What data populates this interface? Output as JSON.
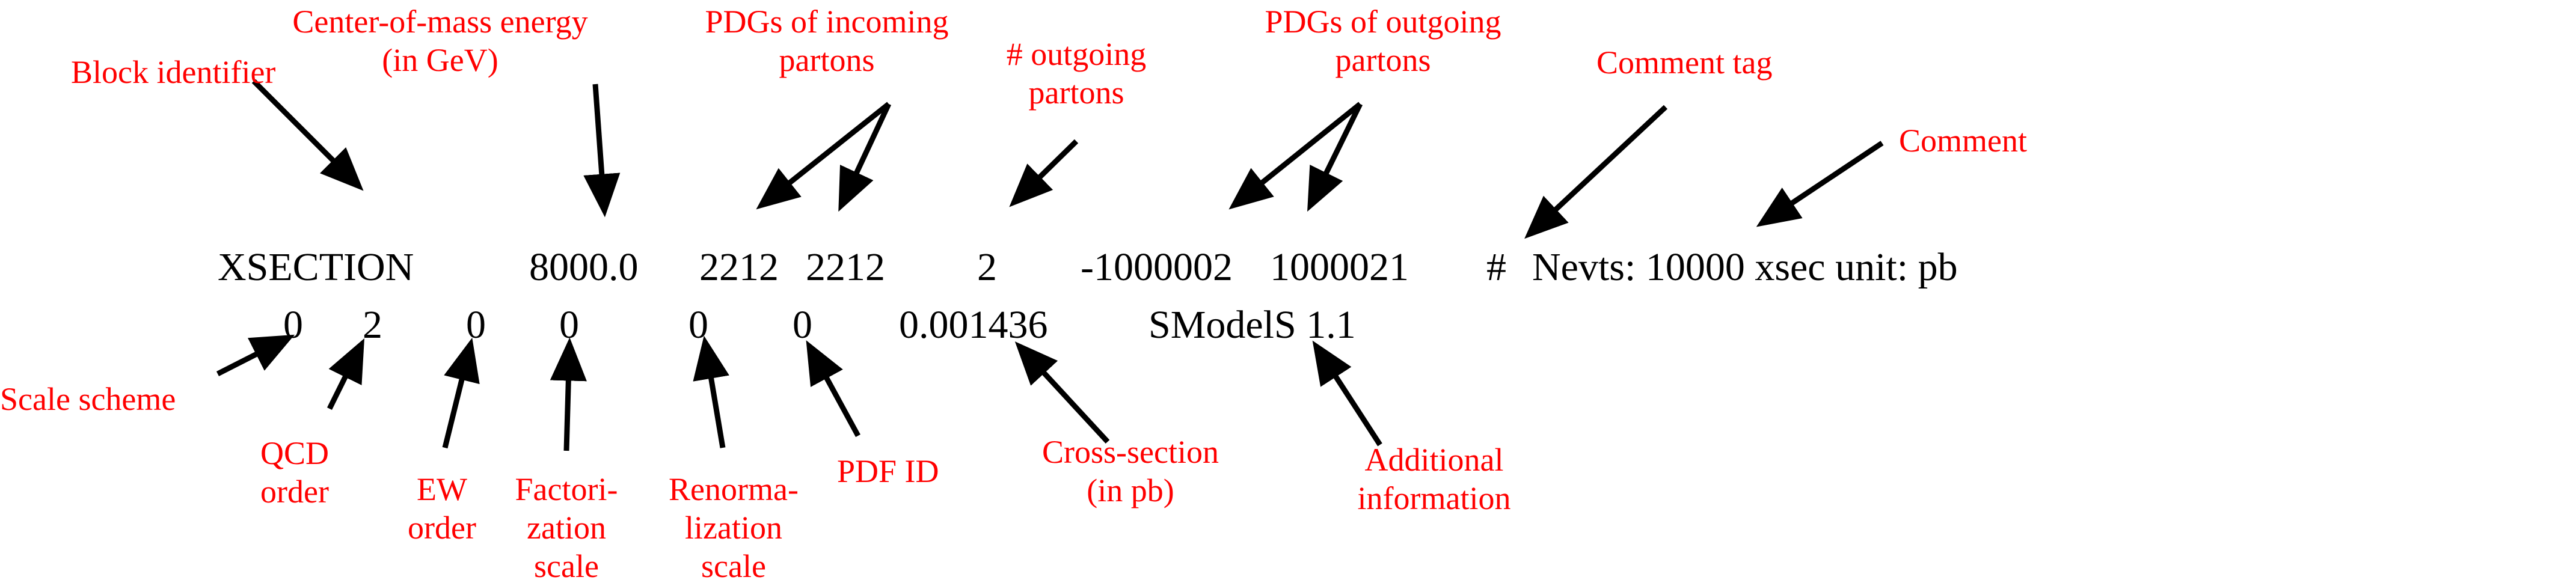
{
  "colors": {
    "annotation": "#ff0000",
    "text": "#000000",
    "arrow": "#000000"
  },
  "record": {
    "line1": {
      "block_id": "XSECTION",
      "energy": "8000.0",
      "pdg_in_1": "2212",
      "pdg_in_2": "2212",
      "n_out": "2",
      "pdg_out_1": "-1000002",
      "pdg_out_2": "1000021",
      "comment_tag": "#",
      "comment": "Nevts: 10000 xsec unit: pb"
    },
    "line2": {
      "scale_scheme": "0",
      "qcd_order": "2",
      "ew_order": "0",
      "fact_scale": "0",
      "renorm_scale": "0",
      "pdf_id": "0",
      "xsec": "0.001436",
      "info": "SModelS 1.1"
    }
  },
  "annotations": {
    "block_identifier": [
      "Block identifier"
    ],
    "cm_energy": [
      "Center-of-mass energy",
      "(in GeV)"
    ],
    "pdgs_incoming": [
      "PDGs of incoming",
      "partons"
    ],
    "n_outgoing": [
      "# outgoing",
      "partons"
    ],
    "pdgs_outgoing": [
      "PDGs of outgoing",
      "partons"
    ],
    "comment_tag": [
      "Comment tag"
    ],
    "comment": [
      "Comment"
    ],
    "scale_scheme": [
      "Scale scheme"
    ],
    "qcd_order": [
      "QCD",
      "order"
    ],
    "ew_order": [
      "EW",
      "order"
    ],
    "factorization_scale": [
      "Factori-",
      "zation",
      "scale"
    ],
    "renormalization_scale": [
      "Renorma-",
      "lization",
      "scale"
    ],
    "pdf_id": [
      "PDF ID"
    ],
    "cross_section": [
      "Cross-section",
      "(in pb)"
    ],
    "additional_info": [
      "Additional",
      "information"
    ]
  }
}
